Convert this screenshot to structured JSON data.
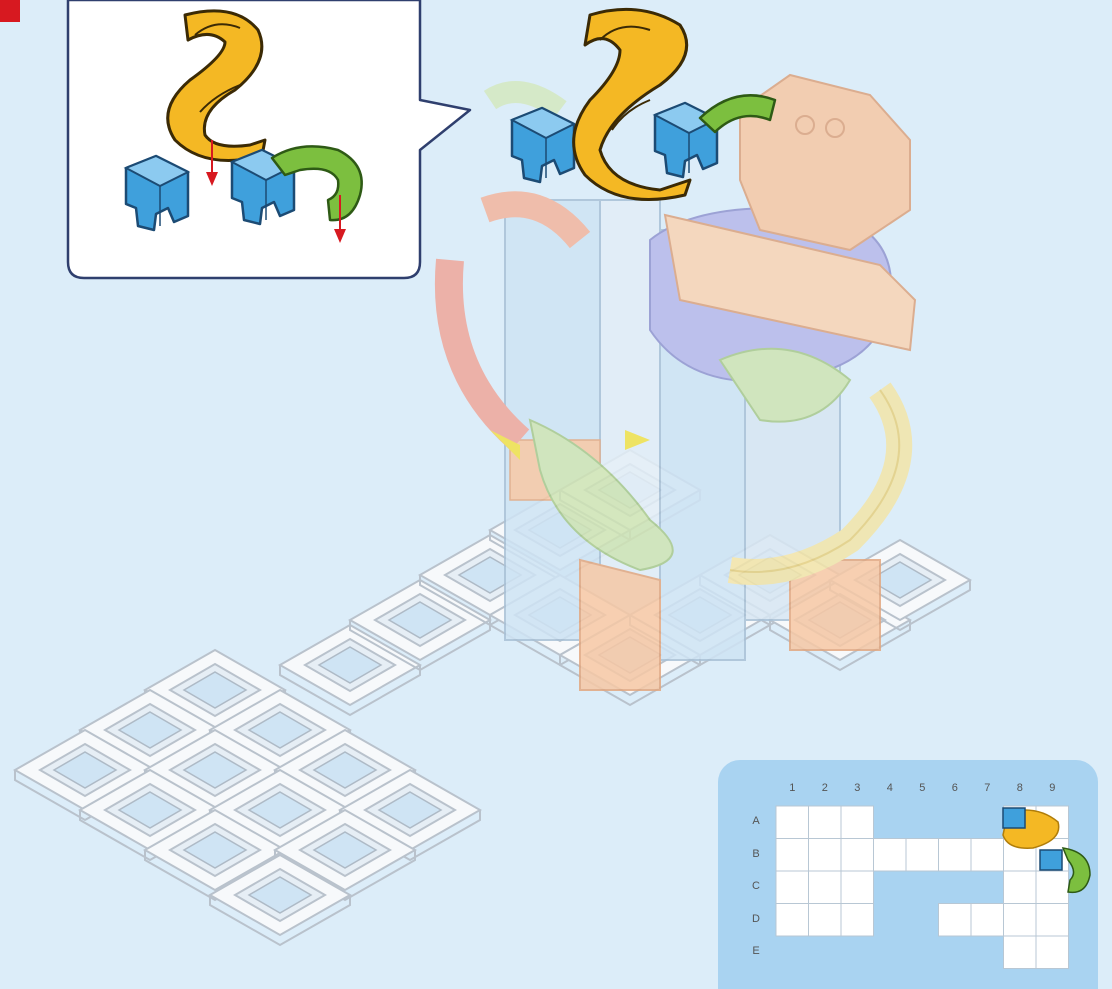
{
  "grid_map": {
    "columns": [
      "1",
      "2",
      "3",
      "4",
      "5",
      "6",
      "7",
      "8",
      "9"
    ],
    "rows": [
      "A",
      "B",
      "C",
      "D",
      "E"
    ],
    "occupied_cells": [
      [
        "A",
        1
      ],
      [
        "A",
        2
      ],
      [
        "A",
        3
      ],
      [
        "A",
        8
      ],
      [
        "A",
        9
      ],
      [
        "B",
        1
      ],
      [
        "B",
        2
      ],
      [
        "B",
        3
      ],
      [
        "B",
        4
      ],
      [
        "B",
        5
      ],
      [
        "B",
        6
      ],
      [
        "B",
        7
      ],
      [
        "B",
        8
      ],
      [
        "B",
        9
      ],
      [
        "C",
        1
      ],
      [
        "C",
        2
      ],
      [
        "C",
        3
      ],
      [
        "C",
        8
      ],
      [
        "C",
        9
      ],
      [
        "D",
        1
      ],
      [
        "D",
        2
      ],
      [
        "D",
        3
      ],
      [
        "D",
        6
      ],
      [
        "D",
        7
      ],
      [
        "D",
        8
      ],
      [
        "D",
        9
      ],
      [
        "E",
        8
      ],
      [
        "E",
        9
      ]
    ]
  },
  "colors": {
    "background": "#dcedf9",
    "step_marker": "#d71920",
    "yellow_tube": "#f4b824",
    "blue_block": "#3fa0dc",
    "green_curve": "#7cbf3f",
    "arrow": "#d71920",
    "faded_orange": "#f5c9a0",
    "faded_purple": "#b7b9ea",
    "faded_green": "#cfe4b4",
    "faded_yellow": "#f6e7b0",
    "faded_red": "#efa79a"
  },
  "icons": [
    "down-arrow-icon"
  ]
}
